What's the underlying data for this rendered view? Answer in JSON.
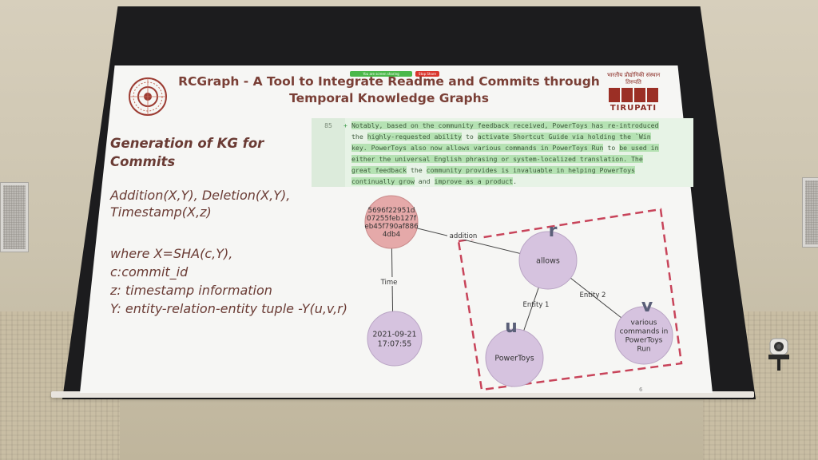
{
  "screenshare": {
    "share_label": "You are screen sharing",
    "stop_label": "Stop Share"
  },
  "logo_right": {
    "hindi": "भारतीय प्रौद्योगिकी संस्थान तिरुपति",
    "name": "TIRUPATI"
  },
  "slide": {
    "title": "RCGraph - A Tool to Integrate Readme and Commits through Temporal Knowledge Graphs",
    "kg_heading": "Generation of KG for Commits",
    "formula_line1": "Addition(X,Y), Deletion(X,Y),",
    "formula_line2": "Timestamp(X,z)",
    "defs": [
      "where X=SHA(c,Y),",
      "c:commit_id",
      "z: timestamp information",
      "Y: entity-relation-entity tuple -Y(u,v,r)"
    ],
    "slide_number": "6"
  },
  "code": {
    "line_number": "85",
    "plus": "+",
    "lines": [
      [
        "Notably, based on the community feedback received, PowerToys has re-introduced"
      ],
      [
        "the ",
        "highly-requested ability",
        " to ",
        "activate Shortcut Guide via holding the `Win"
      ],
      [
        "key. PowerToys also now allows various commands in PowerToys Run",
        " to ",
        "be used in"
      ],
      [
        "either the universal English phrasing or system-localized translation. The"
      ],
      [
        "great feedback",
        " the ",
        "community provides is invaluable in helping PowerToys"
      ],
      [
        "continually grow",
        " and ",
        "improve as a product",
        "."
      ]
    ]
  },
  "graph": {
    "nodes": {
      "commit": "5696f22951d\n07255feb127f\neb45f790af886\n4db4",
      "timestamp": "2021-09-21\n17:07:55",
      "allows": "allows",
      "powertoys": "PowerToys",
      "commands": "various\ncommands in\nPowerToys\nRun"
    },
    "edges": {
      "addition": "addition",
      "time": "Time",
      "entity1": "Entity 1",
      "entity2": "Entity 2"
    },
    "annotations": {
      "r": "r",
      "u": "u",
      "v": "v"
    }
  },
  "colors": {
    "commit_node": "#e5a9a9",
    "entity_node": "#d6c3df",
    "dashed_box": "#c8445a",
    "title": "#7a3f36",
    "annotation": "#5a5f78"
  }
}
